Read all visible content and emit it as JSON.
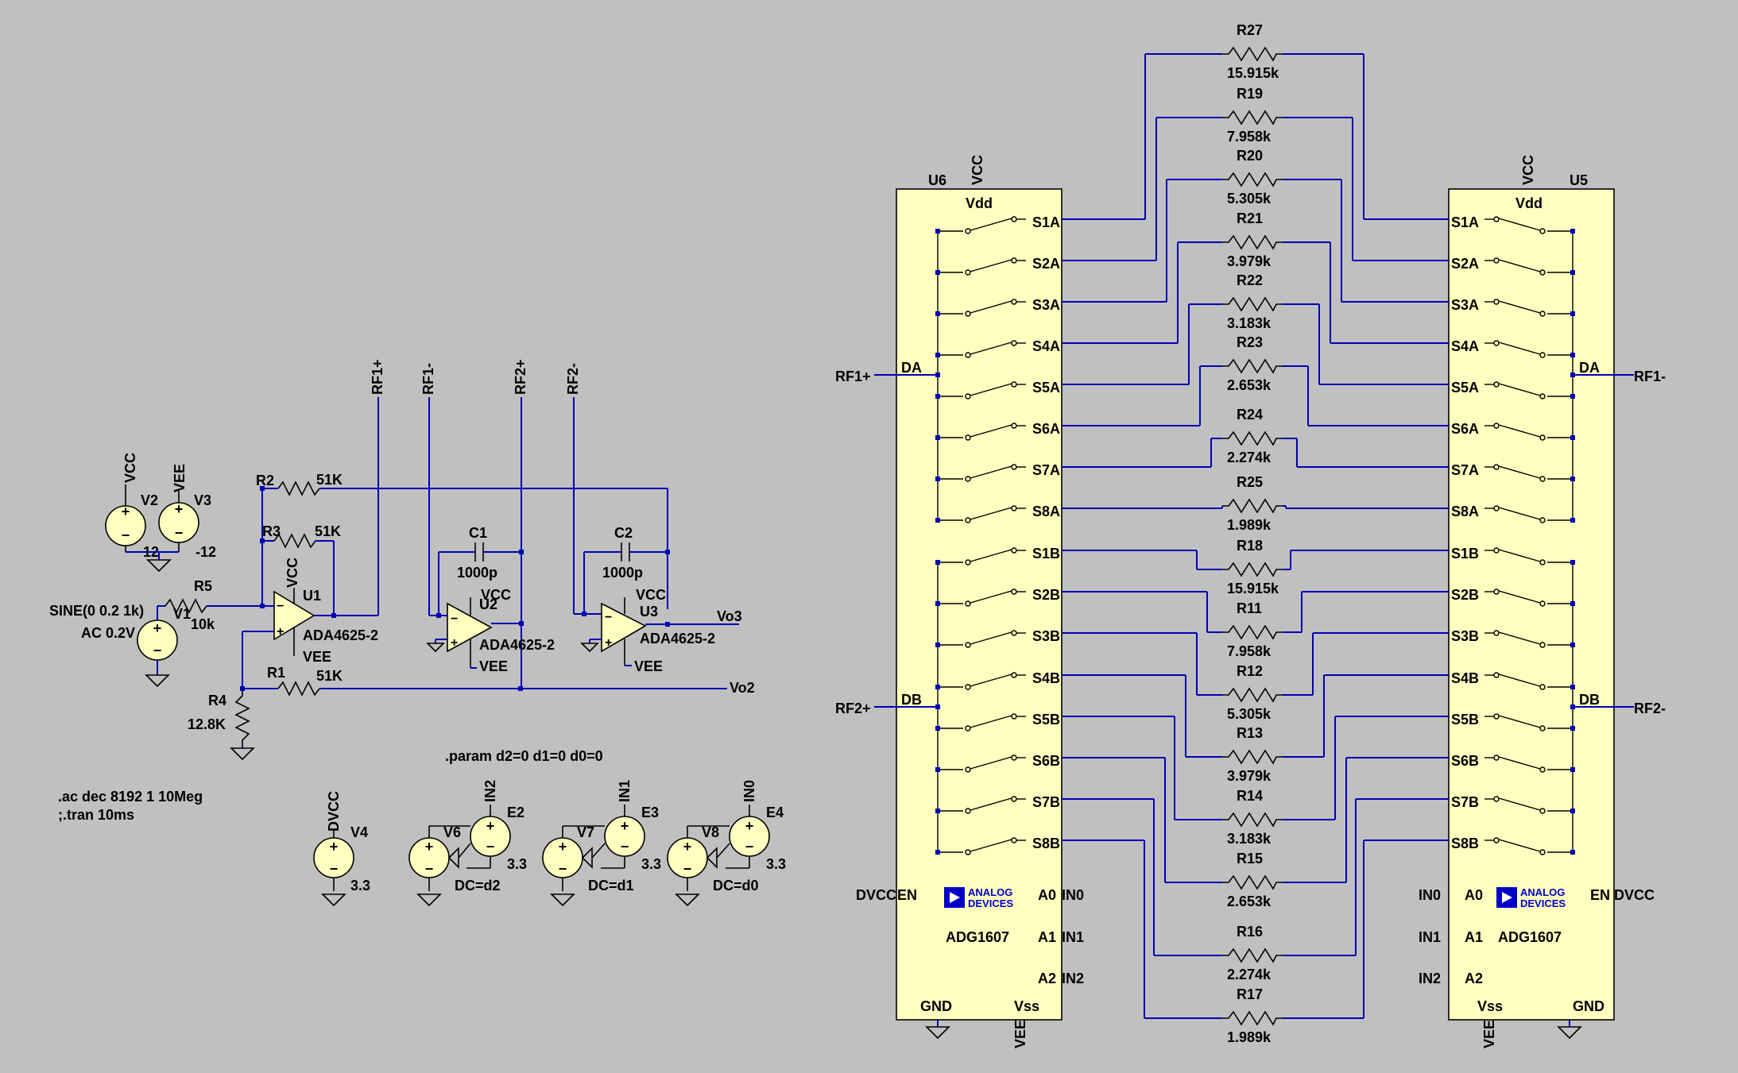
{
  "schematic": {
    "analysis": {
      "ac": ".ac dec 8192 1 10Meg",
      "tran": ";.tran 10ms"
    },
    "param": ".param d2=0 d1=0 d0=0",
    "sources": {
      "V1": {
        "name": "V1",
        "value1": "SINE(0 0.2 1k)",
        "value2": "AC 0.2V"
      },
      "V2": {
        "name": "V2",
        "net": "VCC",
        "value": "12"
      },
      "V3": {
        "name": "V3",
        "net": "VEE",
        "value": "-12"
      },
      "V4": {
        "name": "V4",
        "net": "DVCC",
        "value": "3.3"
      },
      "V6": {
        "name": "V6",
        "value": "DC=d2"
      },
      "V7": {
        "name": "V7",
        "value": "DC=d1"
      },
      "V8": {
        "name": "V8",
        "value": "DC=d0"
      },
      "E2": {
        "name": "E2",
        "net": "IN2",
        "value": "3.3"
      },
      "E3": {
        "name": "E3",
        "net": "IN1",
        "value": "3.3"
      },
      "E4": {
        "name": "E4",
        "net": "IN0",
        "value": "3.3"
      }
    },
    "passives": {
      "R1": {
        "name": "R1",
        "value": "51K"
      },
      "R2": {
        "name": "R2",
        "value": "51K"
      },
      "R3": {
        "name": "R3",
        "value": "51K"
      },
      "R4": {
        "name": "R4",
        "value": "12.8K"
      },
      "R5": {
        "name": "R5",
        "value": "10k"
      },
      "C1": {
        "name": "C1",
        "value": "1000p"
      },
      "C2": {
        "name": "C2",
        "value": "1000p"
      }
    },
    "opamps": [
      {
        "name": "U1",
        "part": "ADA4625-2",
        "vcc": "VCC",
        "vee": "VEE"
      },
      {
        "name": "U2",
        "part": "ADA4625-2",
        "vcc": "VCC",
        "vee": "VEE"
      },
      {
        "name": "U3",
        "part": "ADA4625-2",
        "vcc": "VCC",
        "vee": "VEE"
      }
    ],
    "rf_nets": [
      "RF1+",
      "RF1-",
      "RF2+",
      "RF2-"
    ],
    "outputs": {
      "vo2": "Vo2",
      "vo3": "Vo3"
    },
    "mux_pins": {
      "vdd": "Vdd",
      "vcc": "VCC",
      "gnd": "GND",
      "vss": "Vss",
      "vee": "VEE",
      "da": "DA",
      "db": "DB",
      "en": "EN",
      "dvcc": "DVCC",
      "a0": "A0",
      "a1": "A1",
      "a2": "A2",
      "in0": "IN0",
      "in1": "IN1",
      "in2": "IN2",
      "part": "ADG1607",
      "logo_line1": "ANALOG",
      "logo_line2": "DEVICES",
      "a_switches": [
        "S1A",
        "S2A",
        "S3A",
        "S4A",
        "S5A",
        "S6A",
        "S7A",
        "S8A"
      ],
      "b_switches": [
        "S1B",
        "S2B",
        "S3B",
        "S4B",
        "S5B",
        "S6B",
        "S7B",
        "S8B"
      ]
    },
    "mux_left": {
      "name": "U6",
      "rf_a": "RF1+",
      "rf_b": "RF2+"
    },
    "mux_right": {
      "name": "U5",
      "rf_a": "RF1-",
      "rf_b": "RF2-"
    },
    "bank_a": [
      {
        "name": "R27",
        "value": "15.915k"
      },
      {
        "name": "R19",
        "value": "7.958k"
      },
      {
        "name": "R20",
        "value": "5.305k"
      },
      {
        "name": "R21",
        "value": "3.979k"
      },
      {
        "name": "R22",
        "value": "3.183k"
      },
      {
        "name": "R23",
        "value": "2.653k"
      },
      {
        "name": "R24",
        "value": "2.274k"
      },
      {
        "name": "R25",
        "value": "1.989k"
      }
    ],
    "bank_b": [
      {
        "name": "R18",
        "value": "15.915k"
      },
      {
        "name": "R11",
        "value": "7.958k"
      },
      {
        "name": "R12",
        "value": "5.305k"
      },
      {
        "name": "R13",
        "value": "3.979k"
      },
      {
        "name": "R14",
        "value": "3.183k"
      },
      {
        "name": "R15",
        "value": "2.653k"
      },
      {
        "name": "R16",
        "value": "2.274k"
      },
      {
        "name": "R17",
        "value": "1.989k"
      }
    ]
  }
}
